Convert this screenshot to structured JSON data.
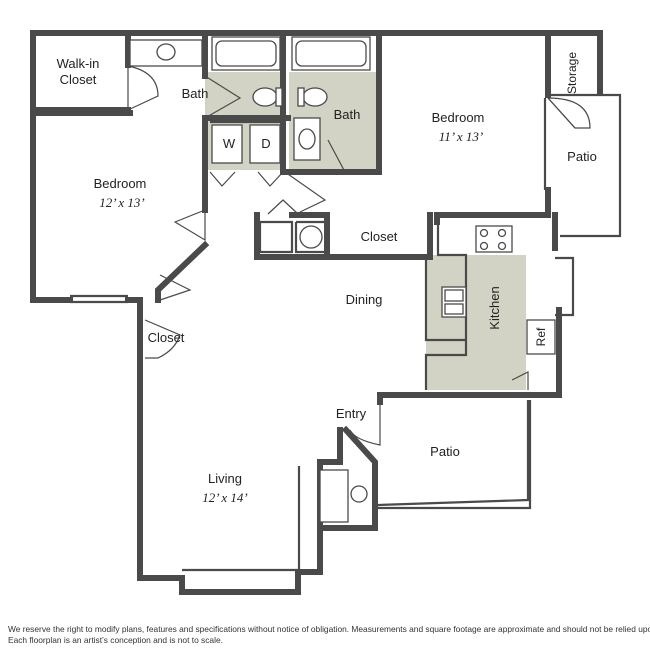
{
  "rooms": {
    "walkin_closet": [
      "Walk-in",
      "Closet"
    ],
    "bath_left": "Bath",
    "bath_right": "Bath",
    "bedroom_left": {
      "name": "Bedroom",
      "size": "12’ x 13’"
    },
    "bedroom_right": {
      "name": "Bedroom",
      "size": "11’ x 13’"
    },
    "storage": "Storage",
    "patio_upper": "Patio",
    "washer": "W",
    "dryer": "D",
    "closet_hall": "Closet",
    "closet_living": "Closet",
    "dining": "Dining",
    "kitchen": "Kitchen",
    "ref": "Ref",
    "entry": "Entry",
    "patio_lower": "Patio",
    "living": {
      "name": "Living",
      "size": "12’ x 14’"
    }
  },
  "disclaimer": [
    "We reserve the right to modify plans, features and specifications without notice of obligation. Measurements and square footage are approximate and should not be relied upon.",
    "Each floorplan is an artist’s conception and is not to scale."
  ],
  "colors": {
    "wall": "#4a4a4a",
    "wet_floor": "#d3d3c5",
    "background": "#ffffff"
  }
}
